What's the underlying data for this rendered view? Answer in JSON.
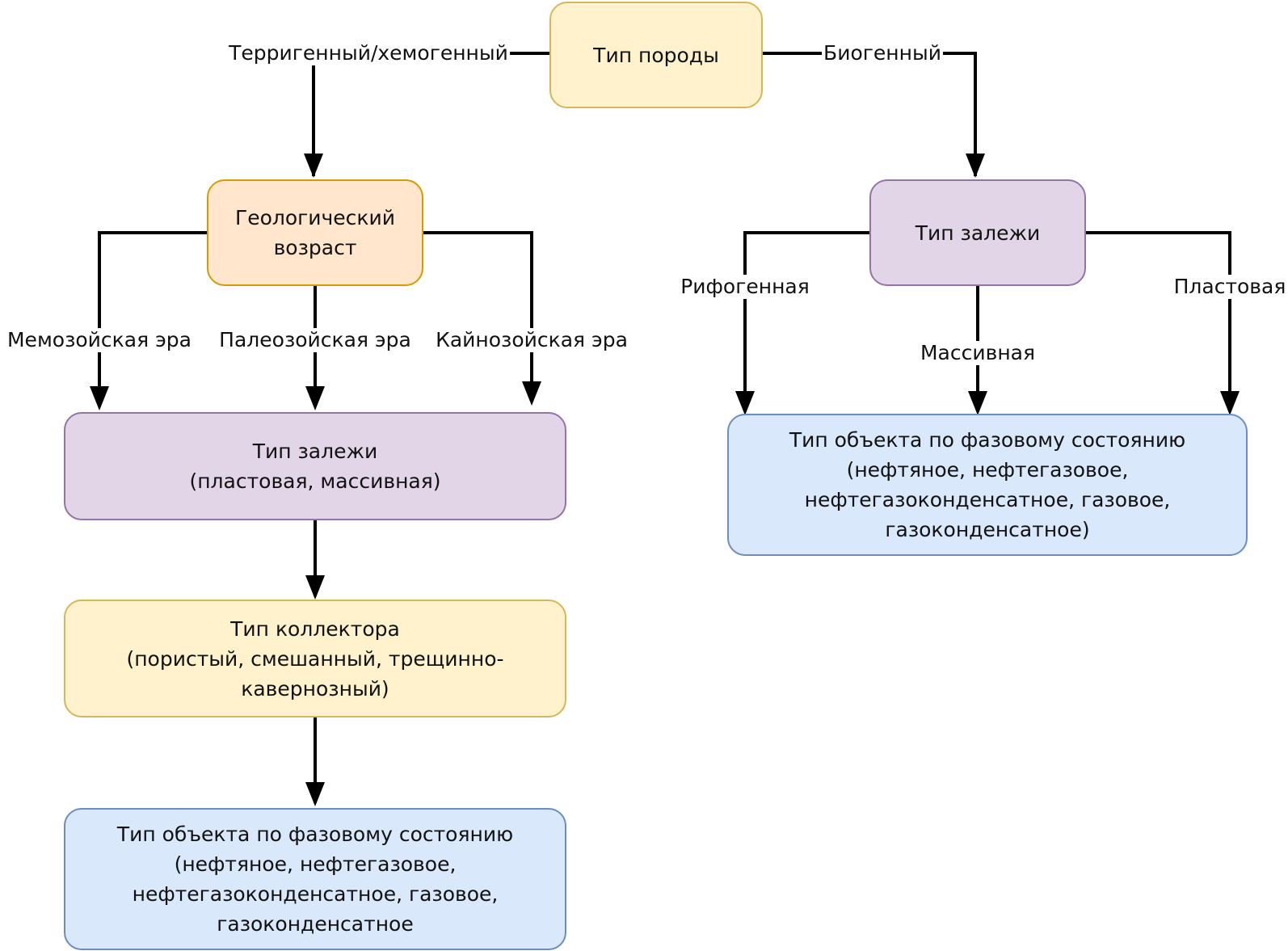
{
  "diagram": {
    "colors": {
      "yellow_fill": "#fff2cc",
      "yellow_border": "#d6b656",
      "orange_fill": "#ffe6cc",
      "orange_border": "#d79b00",
      "purple_fill": "#e1d5e7",
      "purple_border": "#9673a6",
      "blue_fill": "#dae8fc",
      "blue_border": "#6c8ebf",
      "edge": "#000000"
    },
    "nodes": {
      "rock_type": "Тип породы",
      "geo_age": "Геологический\nвозраст",
      "deposit_type_right": "Тип залежи",
      "deposit_type_left": "Тип залежи\n(пластовая, массивная)",
      "phase_state_right": "Тип объекта по фазовому состоянию\n(нефтяное, нефтегазовое,\nнефтегазоконденсатное, газовое,\nгазоконденсатное)",
      "collector_type": "Тип коллектора\n(пористый, смешанный, трещинно-\nкавернозный)",
      "phase_state_left": "Тип объекта по фазовому состоянию\n(нефтяное, нефтегазовое,\nнефтегазоконденсатное, газовое,\nгазоконденсатное"
    },
    "edge_labels": {
      "terrigenous": "Терригенный/хемогенный",
      "biogenic": "Биогенный",
      "mesozoic": "Мемозойская эра",
      "paleozoic": "Палеозойская эра",
      "cenozoic": "Кайнозойская эра",
      "reef": "Рифогенная",
      "massive": "Массивная",
      "layered": "Пластовая"
    }
  }
}
